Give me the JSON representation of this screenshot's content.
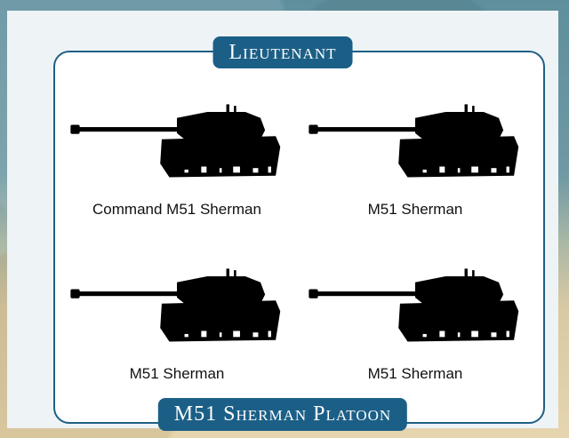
{
  "header": {
    "title": "Lieutenant"
  },
  "footer": {
    "title": "M51 Sherman Platoon"
  },
  "units": [
    {
      "label": "Command M51 Sherman",
      "icon": "tank-silhouette-icon"
    },
    {
      "label": "M51 Sherman",
      "icon": "tank-silhouette-icon"
    },
    {
      "label": "M51 Sherman",
      "icon": "tank-silhouette-icon"
    },
    {
      "label": "M51 Sherman",
      "icon": "tank-silhouette-icon"
    }
  ],
  "colors": {
    "accent": "#1b5f87",
    "card_border": "#1f5f85",
    "silhouette": "#000000"
  }
}
